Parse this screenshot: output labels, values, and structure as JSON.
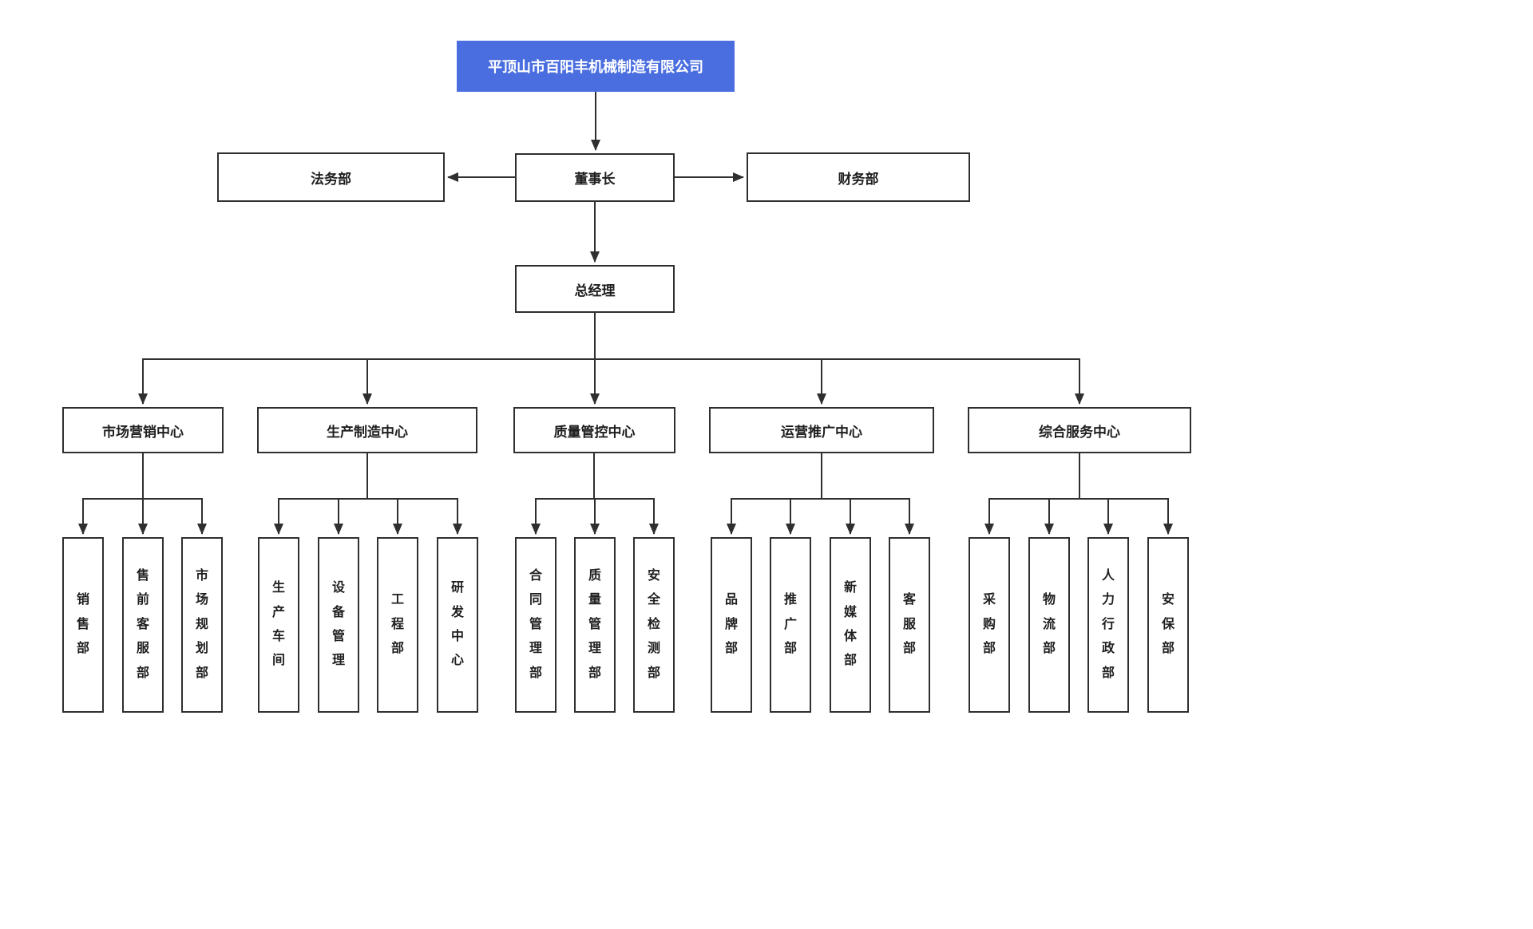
{
  "org": {
    "company": "平顶山市百阳丰机械制造有限公司",
    "chairman": "董事长",
    "legal": "法务部",
    "finance": "财务部",
    "general_manager": "总经理",
    "groups": [
      {
        "label": "市场营销中心",
        "children": [
          "销售部",
          "售前客服部",
          "市场规划部"
        ]
      },
      {
        "label": "生产制造中心",
        "children": [
          "生产车间",
          "设备管理",
          "工程部",
          "研发中心"
        ]
      },
      {
        "label": "质量管控中心",
        "children": [
          "合同管理部",
          "质量管理部",
          "安全检测部"
        ]
      },
      {
        "label": "运营推广中心",
        "children": [
          "品牌部",
          "推广部",
          "新媒体部",
          "客服部"
        ]
      },
      {
        "label": "综合服务中心",
        "children": [
          "采购部",
          "物流部",
          "人力行政部",
          "安保部"
        ]
      }
    ],
    "colors": {
      "accent": "#4a6ee0",
      "line": "#2f2f2f",
      "background": "#ffffff"
    }
  }
}
